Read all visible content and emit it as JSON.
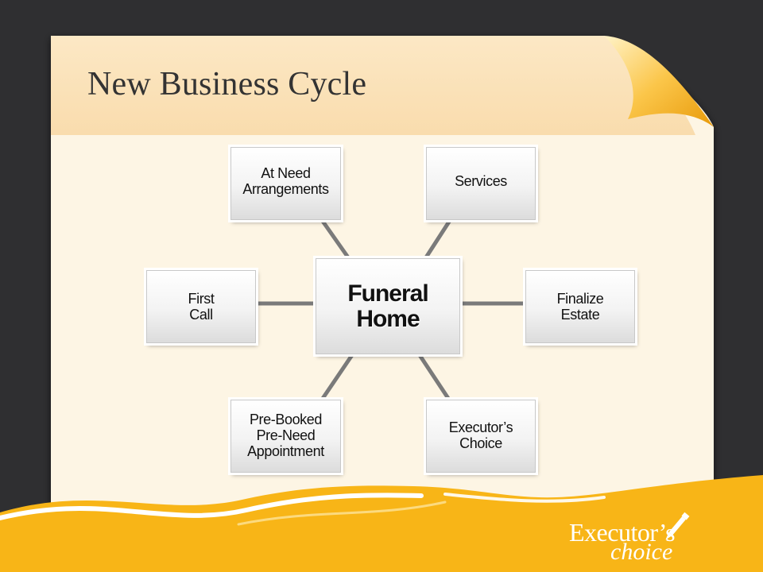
{
  "slide": {
    "title": "New Business Cycle"
  },
  "diagram": {
    "center": "Funeral\nHome",
    "nodes": [
      {
        "id": "at-need",
        "label": "At Need\nArrangements"
      },
      {
        "id": "services",
        "label": "Services"
      },
      {
        "id": "first-call",
        "label": "First\nCall"
      },
      {
        "id": "finalize-estate",
        "label": "Finalize\nEstate"
      },
      {
        "id": "pre-booked",
        "label": "Pre-Booked\nPre-Need\nAppointment"
      },
      {
        "id": "executors-choice",
        "label": "Executor’s\nChoice"
      }
    ]
  },
  "logo": {
    "name": "Executor’s",
    "tagline": "choice",
    "icon": "pen-nib-icon"
  },
  "colors": {
    "background": "#2f2f31",
    "paper": "#fdf5e4",
    "header_band": "#fbe3bd",
    "accent": "#f8b517",
    "line": "#7a7a7a"
  }
}
